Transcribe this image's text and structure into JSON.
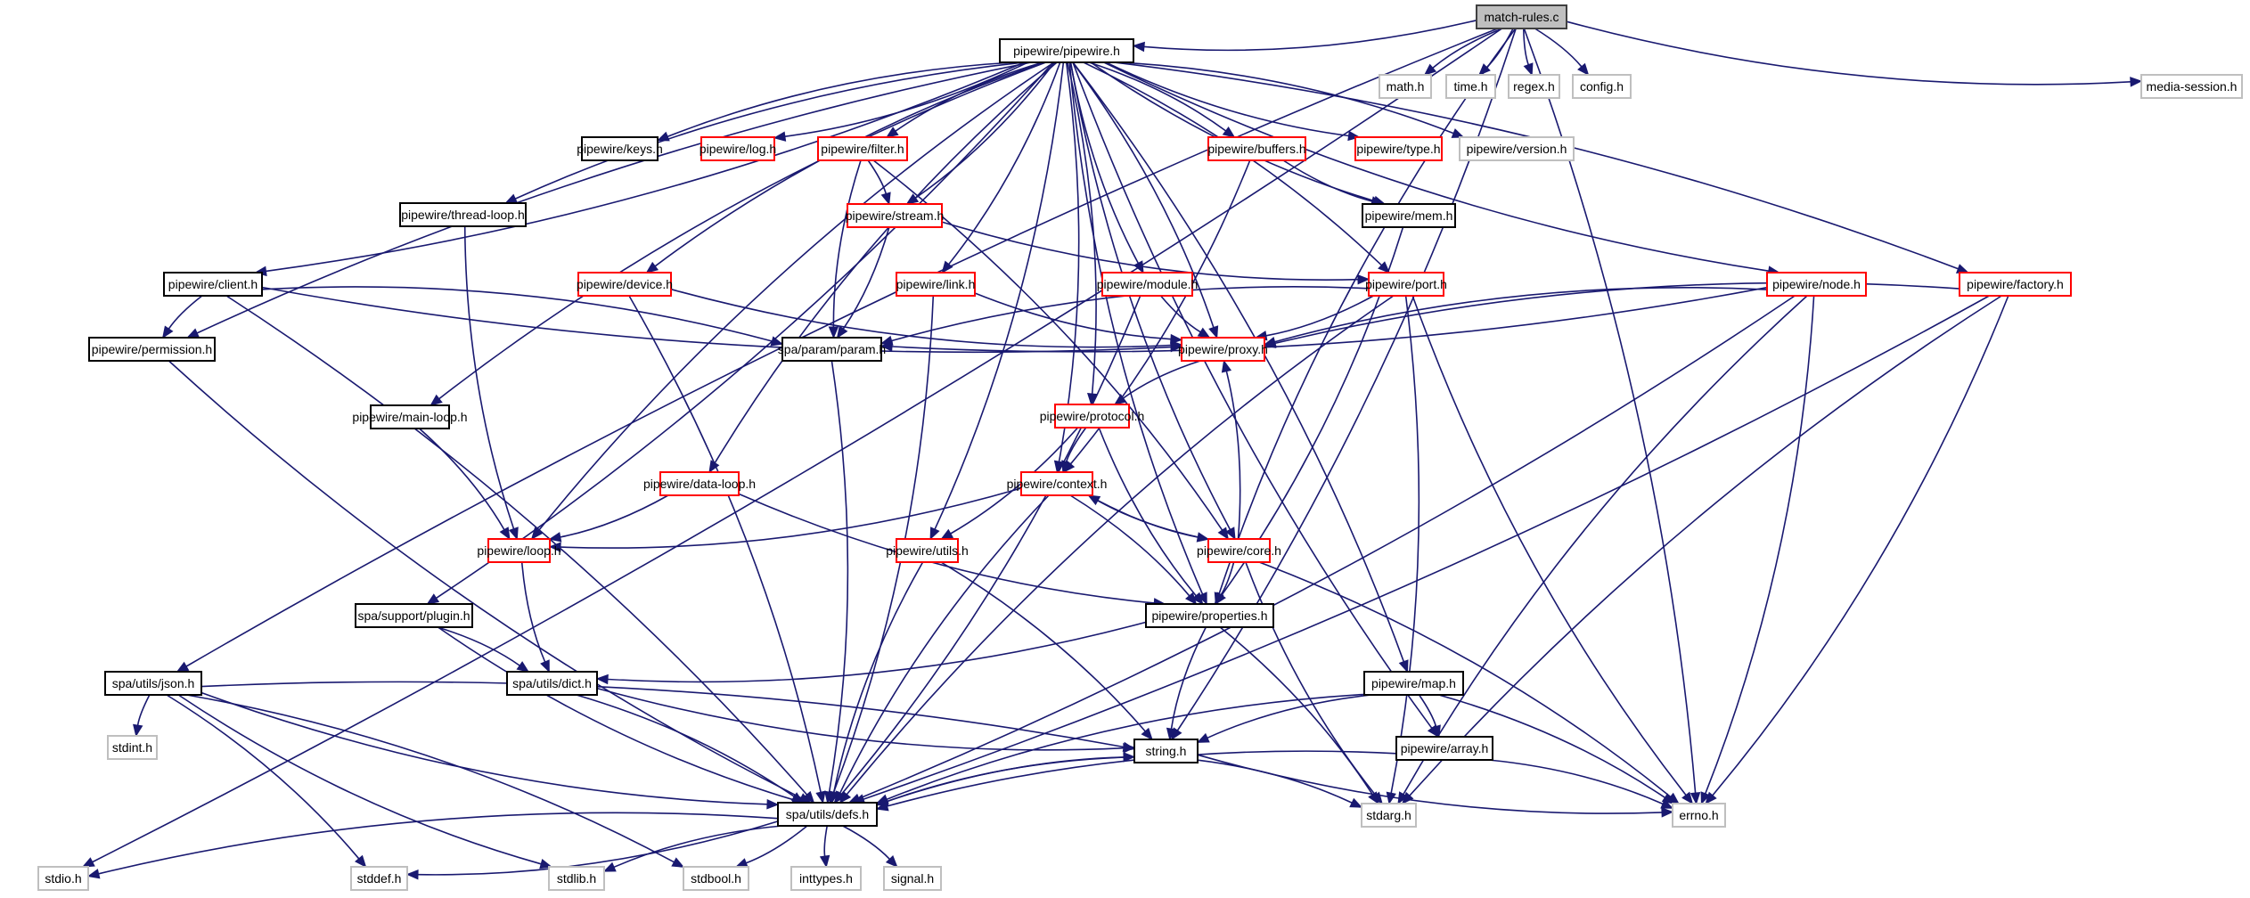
{
  "title": "match-rules.c include dependency graph",
  "colors": {
    "edge": "#191970",
    "root_fill": "#bfbfbf",
    "root_border": "#404040",
    "documented_border": "#000000",
    "truncated_border": "#ff0000",
    "external_border": "#bfbfbf"
  },
  "nodes": [
    {
      "id": "root",
      "label": "match-rules.c",
      "kind": "root"
    },
    {
      "id": "pipewire",
      "label": "pipewire/pipewire.h",
      "kind": "documented"
    },
    {
      "id": "math",
      "label": "math.h",
      "kind": "external"
    },
    {
      "id": "time",
      "label": "time.h",
      "kind": "external"
    },
    {
      "id": "regex",
      "label": "regex.h",
      "kind": "external"
    },
    {
      "id": "config",
      "label": "config.h",
      "kind": "external"
    },
    {
      "id": "mediasession",
      "label": "media-session.h",
      "kind": "external"
    },
    {
      "id": "keys",
      "label": "pipewire/keys.h",
      "kind": "documented"
    },
    {
      "id": "log",
      "label": "pipewire/log.h",
      "kind": "truncated"
    },
    {
      "id": "filter",
      "label": "pipewire/filter.h",
      "kind": "truncated"
    },
    {
      "id": "buffers",
      "label": "pipewire/buffers.h",
      "kind": "truncated"
    },
    {
      "id": "type",
      "label": "pipewire/type.h",
      "kind": "truncated"
    },
    {
      "id": "version",
      "label": "pipewire/version.h",
      "kind": "external"
    },
    {
      "id": "threadloop",
      "label": "pipewire/thread-loop.h",
      "kind": "documented"
    },
    {
      "id": "stream",
      "label": "pipewire/stream.h",
      "kind": "truncated"
    },
    {
      "id": "mem",
      "label": "pipewire/mem.h",
      "kind": "documented"
    },
    {
      "id": "client",
      "label": "pipewire/client.h",
      "kind": "documented"
    },
    {
      "id": "device",
      "label": "pipewire/device.h",
      "kind": "truncated"
    },
    {
      "id": "link",
      "label": "pipewire/link.h",
      "kind": "truncated"
    },
    {
      "id": "module",
      "label": "pipewire/module.h",
      "kind": "truncated"
    },
    {
      "id": "port",
      "label": "pipewire/port.h",
      "kind": "truncated"
    },
    {
      "id": "node",
      "label": "pipewire/node.h",
      "kind": "truncated"
    },
    {
      "id": "factory",
      "label": "pipewire/factory.h",
      "kind": "truncated"
    },
    {
      "id": "permission",
      "label": "pipewire/permission.h",
      "kind": "documented"
    },
    {
      "id": "param",
      "label": "spa/param/param.h",
      "kind": "documented"
    },
    {
      "id": "proxy",
      "label": "pipewire/proxy.h",
      "kind": "truncated"
    },
    {
      "id": "mainloop",
      "label": "pipewire/main-loop.h",
      "kind": "documented"
    },
    {
      "id": "protocol",
      "label": "pipewire/protocol.h",
      "kind": "truncated"
    },
    {
      "id": "dataloop",
      "label": "pipewire/data-loop.h",
      "kind": "truncated"
    },
    {
      "id": "context",
      "label": "pipewire/context.h",
      "kind": "truncated"
    },
    {
      "id": "loop",
      "label": "pipewire/loop.h",
      "kind": "truncated"
    },
    {
      "id": "utils",
      "label": "pipewire/utils.h",
      "kind": "truncated"
    },
    {
      "id": "core",
      "label": "pipewire/core.h",
      "kind": "truncated"
    },
    {
      "id": "plugin",
      "label": "spa/support/plugin.h",
      "kind": "documented"
    },
    {
      "id": "properties",
      "label": "pipewire/properties.h",
      "kind": "documented"
    },
    {
      "id": "json",
      "label": "spa/utils/json.h",
      "kind": "documented"
    },
    {
      "id": "dict",
      "label": "spa/utils/dict.h",
      "kind": "documented"
    },
    {
      "id": "map",
      "label": "pipewire/map.h",
      "kind": "documented"
    },
    {
      "id": "stdint",
      "label": "stdint.h",
      "kind": "external"
    },
    {
      "id": "string",
      "label": "string.h",
      "kind": "documented"
    },
    {
      "id": "array",
      "label": "pipewire/array.h",
      "kind": "documented"
    },
    {
      "id": "defs",
      "label": "spa/utils/defs.h",
      "kind": "documented"
    },
    {
      "id": "stdarg",
      "label": "stdarg.h",
      "kind": "external"
    },
    {
      "id": "errno",
      "label": "errno.h",
      "kind": "external"
    },
    {
      "id": "stdio",
      "label": "stdio.h",
      "kind": "external"
    },
    {
      "id": "stddef",
      "label": "stddef.h",
      "kind": "external"
    },
    {
      "id": "stdlib",
      "label": "stdlib.h",
      "kind": "external"
    },
    {
      "id": "stdbool",
      "label": "stdbool.h",
      "kind": "external"
    },
    {
      "id": "inttypes",
      "label": "inttypes.h",
      "kind": "external"
    },
    {
      "id": "signal",
      "label": "signal.h",
      "kind": "external"
    }
  ],
  "edges": [
    [
      "root",
      "pipewire"
    ],
    [
      "root",
      "math"
    ],
    [
      "root",
      "time"
    ],
    [
      "root",
      "regex"
    ],
    [
      "root",
      "config"
    ],
    [
      "root",
      "mediasession"
    ],
    [
      "root",
      "stdio"
    ],
    [
      "root",
      "json"
    ],
    [
      "root",
      "string"
    ],
    [
      "root",
      "properties"
    ],
    [
      "root",
      "errno"
    ],
    [
      "pipewire",
      "keys"
    ],
    [
      "pipewire",
      "log"
    ],
    [
      "pipewire",
      "filter"
    ],
    [
      "pipewire",
      "buffers"
    ],
    [
      "pipewire",
      "type"
    ],
    [
      "pipewire",
      "version"
    ],
    [
      "pipewire",
      "threadloop"
    ],
    [
      "pipewire",
      "stream"
    ],
    [
      "pipewire",
      "mem"
    ],
    [
      "pipewire",
      "client"
    ],
    [
      "pipewire",
      "device"
    ],
    [
      "pipewire",
      "link"
    ],
    [
      "pipewire",
      "module"
    ],
    [
      "pipewire",
      "port"
    ],
    [
      "pipewire",
      "node"
    ],
    [
      "pipewire",
      "factory"
    ],
    [
      "pipewire",
      "permission"
    ],
    [
      "pipewire",
      "proxy"
    ],
    [
      "pipewire",
      "mainloop"
    ],
    [
      "pipewire",
      "protocol"
    ],
    [
      "pipewire",
      "dataloop"
    ],
    [
      "pipewire",
      "context"
    ],
    [
      "pipewire",
      "loop"
    ],
    [
      "pipewire",
      "utils"
    ],
    [
      "pipewire",
      "core"
    ],
    [
      "pipewire",
      "plugin"
    ],
    [
      "pipewire",
      "properties"
    ],
    [
      "pipewire",
      "map"
    ],
    [
      "pipewire",
      "array"
    ],
    [
      "filter",
      "stream"
    ],
    [
      "filter",
      "param"
    ],
    [
      "filter",
      "core"
    ],
    [
      "buffers",
      "mem"
    ],
    [
      "buffers",
      "context"
    ],
    [
      "threadloop",
      "loop"
    ],
    [
      "stream",
      "param"
    ],
    [
      "stream",
      "port"
    ],
    [
      "mem",
      "properties"
    ],
    [
      "client",
      "permission"
    ],
    [
      "client",
      "param"
    ],
    [
      "client",
      "proxy"
    ],
    [
      "client",
      "defs"
    ],
    [
      "device",
      "proxy"
    ],
    [
      "device",
      "defs"
    ],
    [
      "link",
      "proxy"
    ],
    [
      "link",
      "defs"
    ],
    [
      "module",
      "proxy"
    ],
    [
      "module",
      "defs"
    ],
    [
      "port",
      "param"
    ],
    [
      "port",
      "proxy"
    ],
    [
      "port",
      "defs"
    ],
    [
      "port",
      "stdarg"
    ],
    [
      "port",
      "errno"
    ],
    [
      "node",
      "param"
    ],
    [
      "node",
      "proxy"
    ],
    [
      "node",
      "defs"
    ],
    [
      "node",
      "stdarg"
    ],
    [
      "node",
      "errno"
    ],
    [
      "factory",
      "proxy"
    ],
    [
      "factory",
      "defs"
    ],
    [
      "factory",
      "stdarg"
    ],
    [
      "factory",
      "errno"
    ],
    [
      "permission",
      "defs"
    ],
    [
      "param",
      "defs"
    ],
    [
      "proxy",
      "protocol"
    ],
    [
      "mainloop",
      "loop"
    ],
    [
      "protocol",
      "context"
    ],
    [
      "protocol",
      "utils"
    ],
    [
      "protocol",
      "properties"
    ],
    [
      "dataloop",
      "loop"
    ],
    [
      "dataloop",
      "properties"
    ],
    [
      "context",
      "loop"
    ],
    [
      "context",
      "core"
    ],
    [
      "context",
      "properties"
    ],
    [
      "context",
      "defs"
    ],
    [
      "core",
      "context"
    ],
    [
      "core",
      "proxy"
    ],
    [
      "core",
      "properties"
    ],
    [
      "core",
      "stdarg"
    ],
    [
      "core",
      "errno"
    ],
    [
      "loop",
      "dict"
    ],
    [
      "utils",
      "string"
    ],
    [
      "utils",
      "defs"
    ],
    [
      "plugin",
      "dict"
    ],
    [
      "plugin",
      "defs"
    ],
    [
      "properties",
      "dict"
    ],
    [
      "properties",
      "string"
    ],
    [
      "properties",
      "stdarg"
    ],
    [
      "json",
      "stdint"
    ],
    [
      "json",
      "string"
    ],
    [
      "json",
      "defs"
    ],
    [
      "json",
      "stddef"
    ],
    [
      "json",
      "stdlib"
    ],
    [
      "json",
      "stdbool"
    ],
    [
      "dict",
      "string"
    ],
    [
      "dict",
      "defs"
    ],
    [
      "map",
      "string"
    ],
    [
      "map",
      "array"
    ],
    [
      "map",
      "defs"
    ],
    [
      "map",
      "errno"
    ],
    [
      "array",
      "defs"
    ],
    [
      "array",
      "errno"
    ],
    [
      "string",
      "defs"
    ],
    [
      "string",
      "stdarg"
    ],
    [
      "string",
      "errno"
    ],
    [
      "defs",
      "string"
    ],
    [
      "defs",
      "stdio"
    ],
    [
      "defs",
      "stddef"
    ],
    [
      "defs",
      "stdlib"
    ],
    [
      "defs",
      "stdbool"
    ],
    [
      "defs",
      "inttypes"
    ],
    [
      "defs",
      "signal"
    ]
  ]
}
